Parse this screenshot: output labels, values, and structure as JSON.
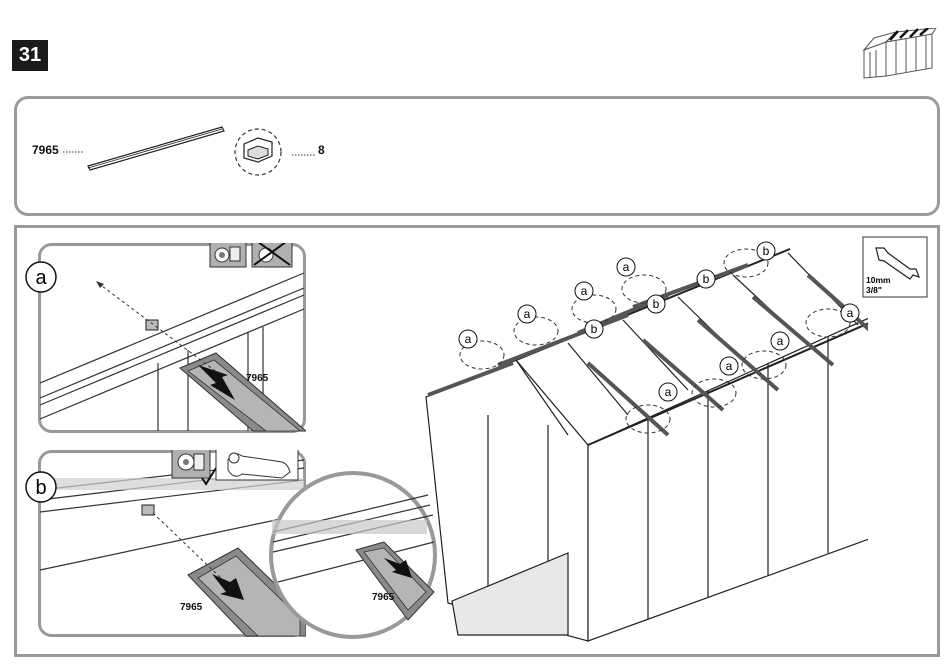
{
  "step": {
    "number": "31"
  },
  "parts": [
    {
      "code": "7965"
    },
    {
      "qty": "8"
    }
  ],
  "detail_a": {
    "letter": "a",
    "part_code": "7965"
  },
  "detail_b": {
    "letter": "b",
    "part_code": "7965",
    "zoom_part_code": "7965"
  },
  "tool": {
    "size_mm": "10mm",
    "size_in": "3/8\""
  },
  "callouts": {
    "a": "a",
    "b": "b"
  }
}
